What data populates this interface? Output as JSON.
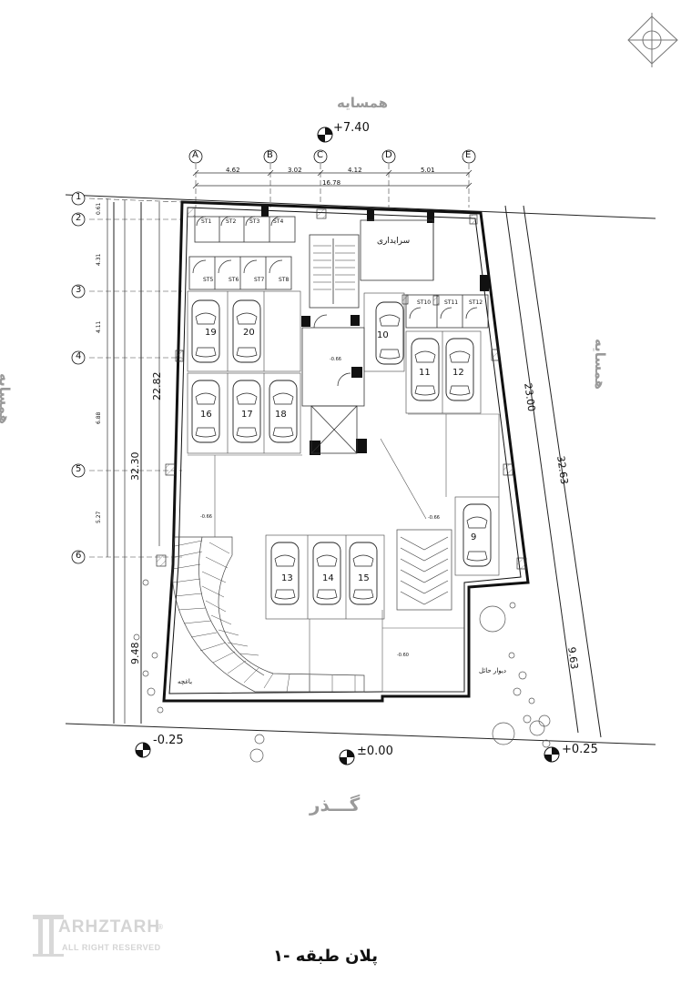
{
  "labels": {
    "neighbor_top": "همسایه",
    "neighbor_left": "همسایه",
    "neighbor_right": "همسایه",
    "street": "گـــذر",
    "caretaker": "سرایداری",
    "plan_title": "پلان طبقه -۱",
    "planter": "باغچه",
    "wall_note": "دیوار حائل"
  },
  "elevations": {
    "top": "+7.40",
    "bottom_left": "-0.25",
    "bottom_center": "±0.00",
    "bottom_right": "+0.25",
    "ramp_1": "-0.66",
    "ramp_2": "-0.66",
    "ramp_3": "-0.66",
    "ramp_4": "-0.60"
  },
  "grid_columns": [
    "A",
    "B",
    "C",
    "D",
    "E"
  ],
  "grid_rows": [
    "1",
    "2",
    "3",
    "4",
    "5",
    "6"
  ],
  "column_dimensions": [
    "4.62",
    "3.02",
    "4.12",
    "5.01"
  ],
  "total_width": "16.78",
  "row_dimensions": [
    "0.61",
    "4.31",
    "4.11",
    "6.88",
    "5.27"
  ],
  "side_dimensions": {
    "left_outer": "32.30",
    "left_inner": "22.82",
    "left_lower": "9.48",
    "right_inner": "23.00",
    "right_outer": "32.63",
    "right_lower": "9.63"
  },
  "storage_units": [
    "ST1",
    "ST2",
    "ST3",
    "ST4",
    "ST5",
    "ST6",
    "ST7",
    "ST8",
    "ST10",
    "ST11",
    "ST12"
  ],
  "parking_numbers": [
    "9",
    "10",
    "11",
    "12",
    "13",
    "14",
    "15",
    "16",
    "17",
    "18",
    "19",
    "20"
  ],
  "logo": {
    "name": "ARHZTARH",
    "mark": "T",
    "sub": "ALL RIGHT RESERVED",
    "reg": "®"
  }
}
